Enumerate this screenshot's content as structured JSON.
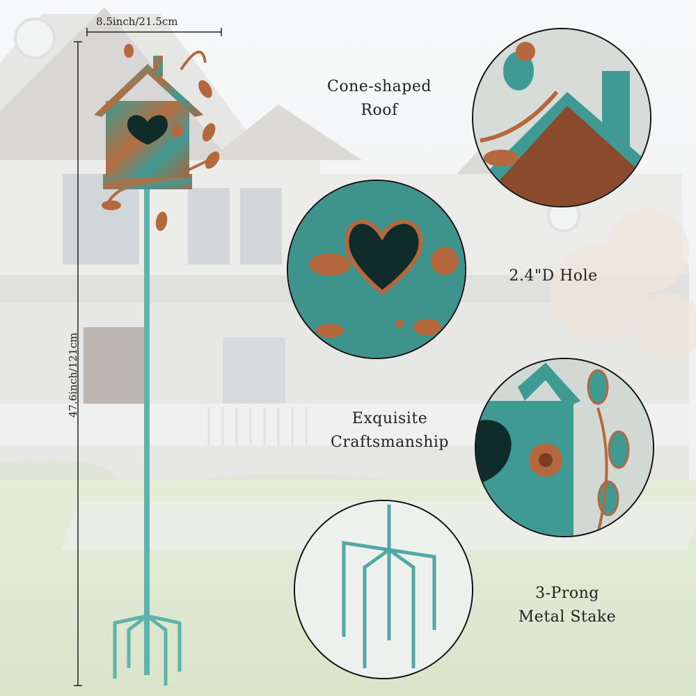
{
  "labels": {
    "roof": [
      "Cone-shaped",
      "Roof"
    ],
    "hole": "2.4\"D Hole",
    "craft": [
      "Exquisite",
      "Craftsmanship"
    ],
    "stake": [
      "3-Prong",
      "Metal Stake"
    ]
  },
  "dimensions": {
    "width": "8.5inch/21.5cm",
    "height": "47.6inch/121cm"
  },
  "colors": {
    "teal": "#3f9a94",
    "copper": "#b5683d",
    "stake": "#5fb3ad"
  }
}
